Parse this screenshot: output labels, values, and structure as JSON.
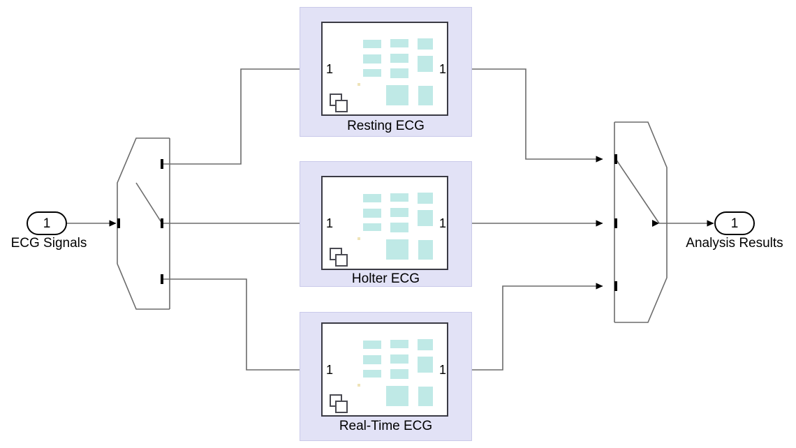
{
  "diagram": {
    "type": "simulink-block-diagram",
    "title": "ECG Signal Analysis Dispatch",
    "background_color": "#ffffff",
    "wire_color": "#6b6b6b",
    "highlight_color": "#e2e2f6",
    "block_border_color": "#3a3a44",
    "thumbnail_color": "#bfe9e6"
  },
  "inport": {
    "number": "1",
    "label": "ECG Signals",
    "name": "ECG Signals"
  },
  "outport": {
    "number": "1",
    "label": "Analysis Results",
    "name": "Analysis Results"
  },
  "demux": {
    "name": "Demux",
    "inputs": 1,
    "outputs": 3
  },
  "mux": {
    "name": "Mux",
    "inputs": 3,
    "outputs": 1
  },
  "subsystems": [
    {
      "label": "Resting ECG",
      "input_port_number": "1",
      "output_port_number": "1",
      "glyph": "subsystem-icon"
    },
    {
      "label": "Holter ECG",
      "input_port_number": "1",
      "output_port_number": "1",
      "glyph": "subsystem-icon"
    },
    {
      "label": "Real-Time ECG",
      "input_port_number": "1",
      "output_port_number": "1",
      "glyph": "subsystem-icon"
    }
  ],
  "signals": [
    {
      "from": "ECG Signals",
      "to": "Demux"
    },
    {
      "from": "Demux:1",
      "to": "Resting ECG:1"
    },
    {
      "from": "Demux:2",
      "to": "Holter ECG:1"
    },
    {
      "from": "Demux:3",
      "to": "Real-Time ECG:1"
    },
    {
      "from": "Resting ECG:1",
      "to": "Mux:1"
    },
    {
      "from": "Holter ECG:1",
      "to": "Mux:2"
    },
    {
      "from": "Real-Time ECG:1",
      "to": "Mux:3"
    },
    {
      "from": "Mux",
      "to": "Analysis Results"
    }
  ]
}
